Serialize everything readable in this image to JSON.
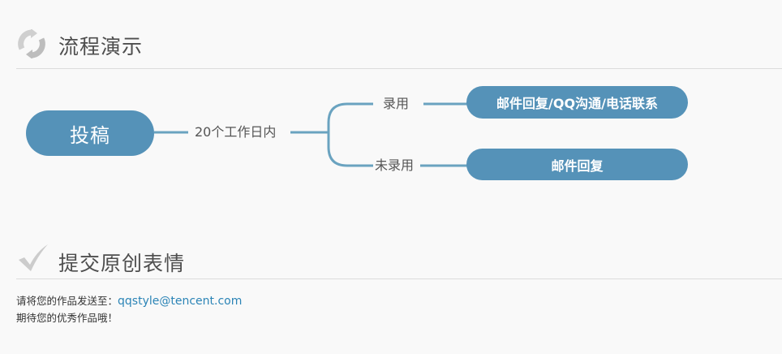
{
  "sections": {
    "process": {
      "title": "流程演示",
      "icon": "refresh-cycle-icon"
    },
    "submit": {
      "title": "提交原创表情",
      "icon": "checkmark-icon"
    }
  },
  "flow": {
    "start_node": "投稿",
    "duration_label": "20个工作日内",
    "branches": [
      {
        "condition": "录用",
        "result": "邮件回复/QQ沟通/电话联系"
      },
      {
        "condition": "未录用",
        "result": "邮件回复"
      }
    ]
  },
  "submit_info": {
    "line1_prefix": "请将您的作品发送至：",
    "email": "qqstyle@tencent.com",
    "line2": "期待您的优秀作品哦！"
  },
  "colors": {
    "accent": "#5592b8",
    "connector": "#6aa3c0",
    "link": "#2b84b6",
    "background": "#f9f9f9"
  }
}
